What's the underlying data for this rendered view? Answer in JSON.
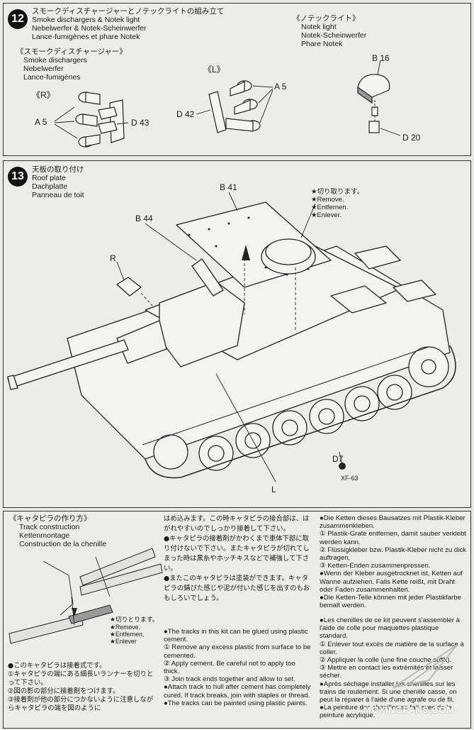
{
  "step12": {
    "number": "12",
    "title_jp": "スモークディスチャージャーとノテックライトの組み立て",
    "title_en": "Smoke dischargers & Notek light",
    "title_de": "Nebelwerfer & Notek-Scheinwerfer",
    "title_fr": "Lance-fumigènes et phare Notek",
    "notek_jp": "《ノテックライト》",
    "notek_en": "Notek light",
    "notek_de": "Notek-Scheinwerfer",
    "notek_fr": "Phare Notek",
    "smoke_jp": "《スモークディスチャージャー》",
    "smoke_en": "Smoke dischargers",
    "smoke_de": "Nebelwerfer",
    "smoke_fr": "Lance-fumigènes",
    "right_tag": "《R》",
    "left_tag": "《L》",
    "part_a5_r": "A 5",
    "part_d43": "D 43",
    "part_a5_l": "A 5",
    "part_d42": "D 42",
    "part_b16": "B 16",
    "part_d20": "D 20"
  },
  "step13": {
    "number": "13",
    "title_jp": "天板の取り付け",
    "title_en": "Roof plate",
    "title_de": "Dachplatte",
    "title_fr": "Panneau de toit",
    "part_b41": "B 41",
    "part_b44": "B 44",
    "part_r": "R",
    "part_d7": "D7",
    "paint_xf": "XF-63",
    "part_l": "L",
    "remove_jp": "★切り取ります。",
    "remove_en": "★Remove.",
    "remove_de": "★Entfernen.",
    "remove_fr": "★Enlever."
  },
  "track": {
    "title_jp": "《キャタピラの作り方》",
    "title_en": "Track construction",
    "title_de": "Kettenmontage",
    "title_fr": "Construction de la chenille",
    "cut_jp": "★切りとります。",
    "cut_en": "★Remove.",
    "cut_de": "★Entfernen.",
    "cut_fr": "★Enlever",
    "jp_intro": "●このキャタピラは接着式です。",
    "jp_1": "①キャタピラの端にある細長いランナーを切りとって下さい。",
    "jp_2": "②図の影の部分に接着剤をつけます。",
    "jp_3": "③接着剤が他の部分につかないように注意しながらキャタピラの端を図のように",
    "jp_col2_a": "はめ込みます。この時キャタピラの接合部は、はがれやすいのでしっかり接着して下さい。",
    "jp_col2_b": "●キャタピラの接着剤がかわくまで車体下部に取り付けないで下さい。またキャタピラが切れてしまった時は黒糸やホッチキスなどで補強して下さい。",
    "jp_col2_c": "●またこのキャタピラは塗装ができます。キャタピラの錆びた感じや泥が付いた感じを出すのもおもしろいでしょう。",
    "en_1": "●The tracks in this kit can be glued using plastic cement.",
    "en_2": "① Remove any excess plastic from surface to be cemented.",
    "en_3": "② Apply cement. Be careful not to apply too thick.",
    "en_4": "③ Join track ends together and allow to set.",
    "en_5": "●Attach track to hull after cement has completely cured. If track breaks, join with staples or thread.",
    "en_6": "●The tracks can be painted using plastic paints.",
    "de_1": "●Die Ketten dieses Bausatzes mit Plastik-Kleber zusammenkleben.",
    "de_2": "① Plastik-Grate entfernen, damit sauber verklebt werden kann.",
    "de_3": "② Flüssigkleber bzw. Plastik-Kleber nicht zu dick auftragen.",
    "de_4": "③ Ketten-Enden zusammenpressen.",
    "de_5": "●Wenn der Kleber ausgetrocknet ist, Ketten auf Wanne aufziehen. Falls Kette reißt, mit Draht oder Faden zusammenhalten.",
    "de_6": "●Die Ketten-Teile können mit jeder Plastikfarbe bemalt werden.",
    "fr_1": "●Les chenilles de ce kit peuvent s'assembler à l'aide de colle pour maquettes plastique standard.",
    "fr_2": "① Enlever tout excès de matière de la surface à coller.",
    "fr_3": "② Appliquer la colle (une fine couche suffit).",
    "fr_4": "③ Mettre en contact les extrémités et laisser sécher.",
    "fr_5": "●Après séchage installer les chenilles sur les trains de roulement. Si une chenille casse, on peut la réparer à l'aide d'une agrafe ou de fil.",
    "fr_6": "●La peinture des chenilles se fait avec de la peinture acrylique."
  },
  "watermark": "MOXINGFANS.COM"
}
